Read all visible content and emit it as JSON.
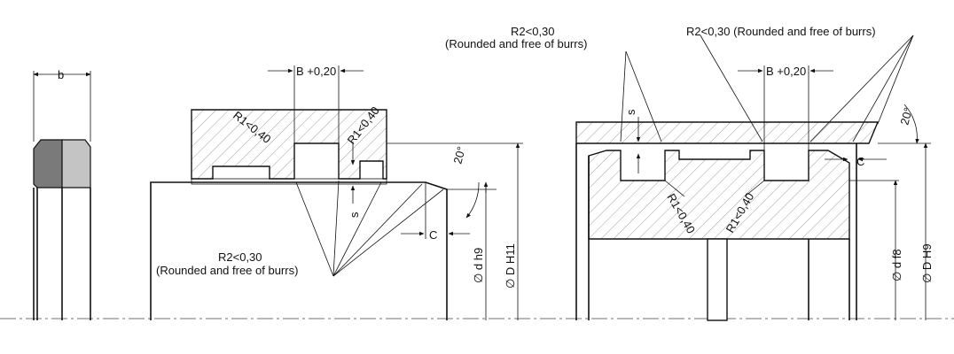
{
  "view_left": {
    "label_b": "b",
    "label_B_tol": "B +0,20",
    "label_R1_a": "R1<0,40",
    "label_R1_b": "R1<0,40",
    "label_s": "s",
    "label_20deg": "20°",
    "label_C": "C",
    "label_d_h9": "∅ d h9",
    "label_D_H11": "∅ D H11",
    "label_R2": "R2<0,30",
    "label_R2_note": "(Rounded and free of burrs)"
  },
  "view_right": {
    "label_R2_top_left": "R2<0,30",
    "label_R2_top_left_note": "(Rounded and free of burrs)",
    "label_R2_top_right": "R2<0,30 (Rounded and free of burrs)",
    "label_B_tol": "B +0,20",
    "label_s": "s",
    "label_20deg": "20°",
    "label_C": "C",
    "label_R1_a": "R1<0,40",
    "label_R1_b": "R1<0,40",
    "label_d_f8": "∅ d f8",
    "label_D_H9": "∅ D H9"
  },
  "colors": {
    "line": "#111111",
    "seal_dark": "#7a7a7a",
    "seal_light": "#c4c4c4",
    "background": "#ffffff"
  }
}
